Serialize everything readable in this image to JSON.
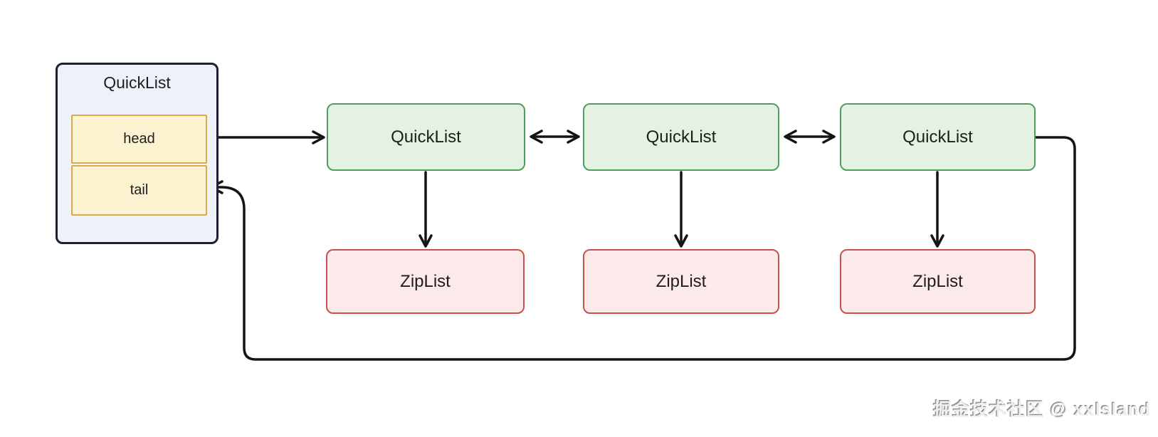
{
  "diagram": {
    "container": {
      "title": "QuickList",
      "fields": [
        {
          "label": "head"
        },
        {
          "label": "tail"
        }
      ]
    },
    "nodes": [
      {
        "label": "QuickList"
      },
      {
        "label": "QuickList"
      },
      {
        "label": "QuickList"
      }
    ],
    "ziplists": [
      {
        "label": "ZipList"
      },
      {
        "label": "ZipList"
      },
      {
        "label": "ZipList"
      }
    ],
    "arrows": [
      "head-to-node-1",
      "node-1-node-2-bidirectional",
      "node-2-node-3-bidirectional",
      "node-1-to-ziplist-1",
      "node-2-to-ziplist-2",
      "node-3-to-ziplist-3",
      "node-3-return-to-tail"
    ],
    "watermark": "掘金技术社区 @ xxlsland",
    "colors": {
      "container_fill": "#eef1f9",
      "container_border": "#1b2130",
      "field_fill": "#fdf2d0",
      "field_border": "#d8ab4a",
      "node_fill": "#e5f2e3",
      "node_border": "#4e9e5f",
      "ziplist_fill": "#fce9e9",
      "ziplist_border": "#c5524e",
      "arrow": "#141414",
      "label": "#1e1e1e"
    }
  }
}
